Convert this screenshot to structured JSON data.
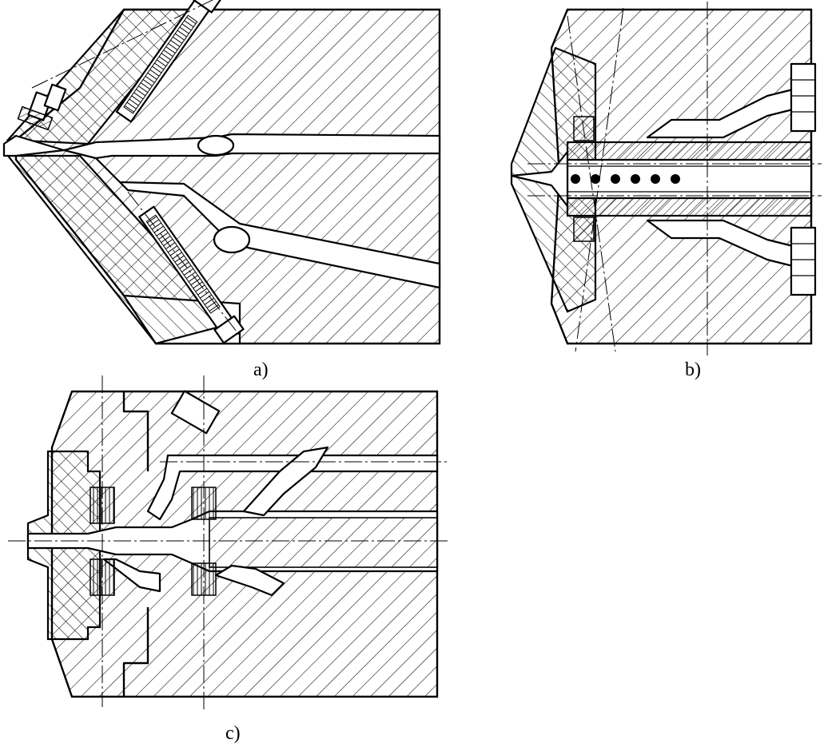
{
  "figure": {
    "panels": [
      {
        "id": "a",
        "caption": "a)"
      },
      {
        "id": "b",
        "caption": "b)"
      },
      {
        "id": "c",
        "caption": "c)"
      }
    ],
    "colors": {
      "line": "#000000",
      "background": "#ffffff"
    }
  }
}
